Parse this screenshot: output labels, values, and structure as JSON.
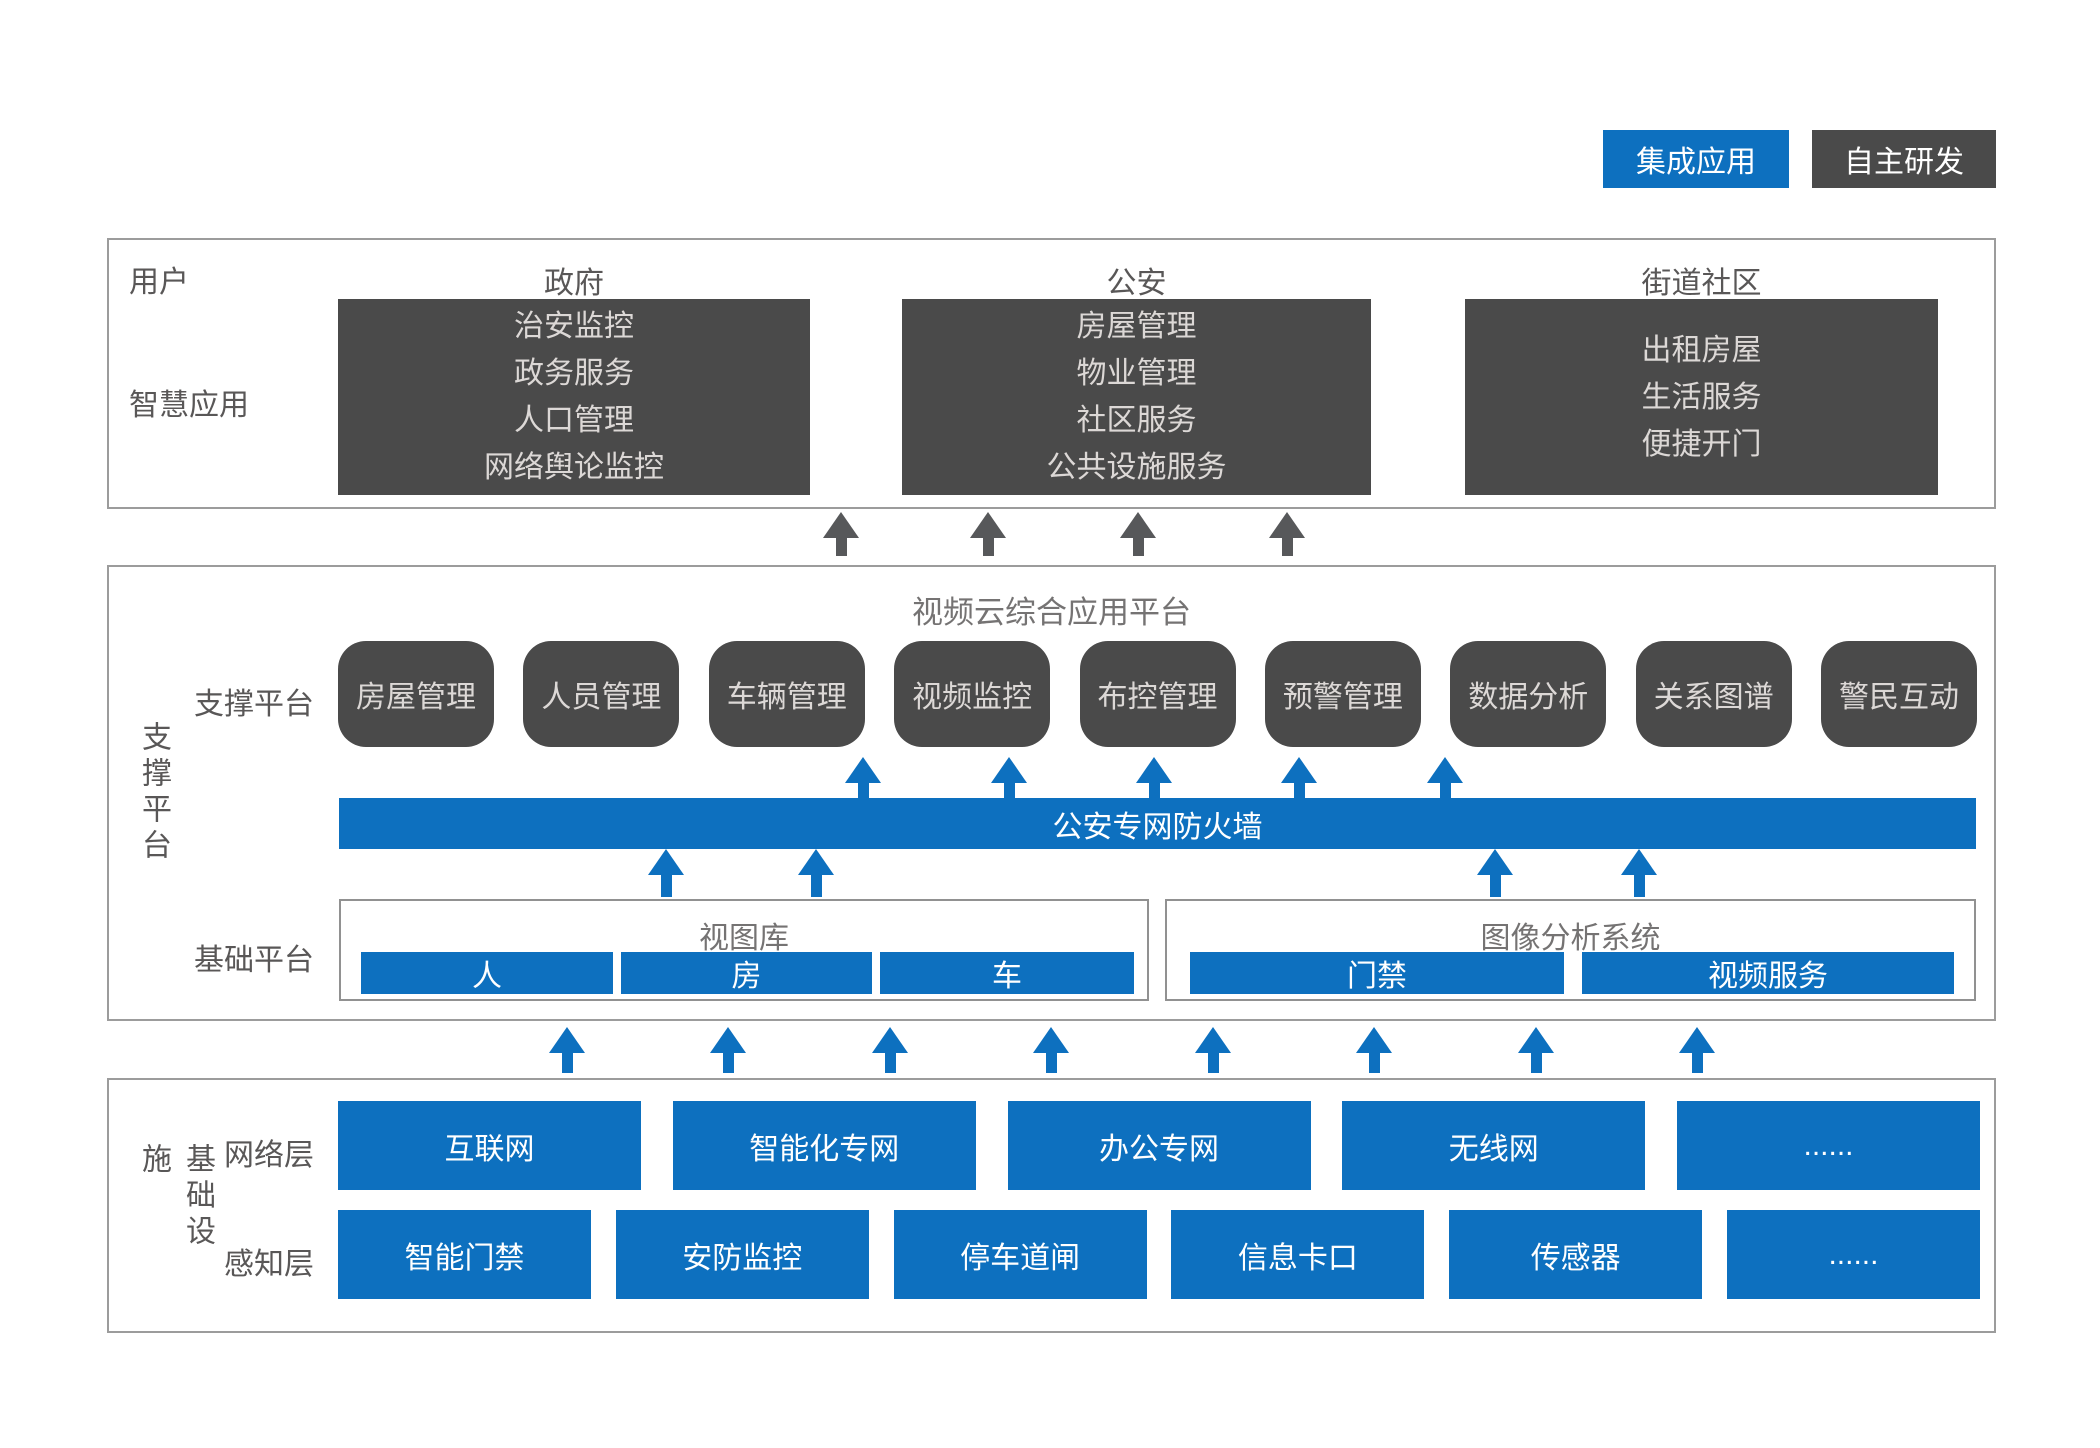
{
  "colors": {
    "blue": "#0d70bf",
    "dark": "#4a4a4a",
    "arrow_dark": "#57585a",
    "border": "#9c9c9c",
    "label": "#595757",
    "muted_title": "#757373",
    "box_text": "#dcd8d6"
  },
  "legend": {
    "integrated": "集成应用",
    "self_developed": "自主研发"
  },
  "users": {
    "row_label": "用户",
    "apps_label": "智慧应用",
    "columns": [
      {
        "header": "政府",
        "items": [
          "治安监控",
          "政务服务",
          "人口管理",
          "网络舆论监控"
        ]
      },
      {
        "header": "公安",
        "items": [
          "房屋管理",
          "物业管理",
          "社区服务",
          "公共设施服务"
        ]
      },
      {
        "header": "街道社区",
        "items": [
          "出租房屋",
          "生活服务",
          "便捷开门"
        ]
      }
    ]
  },
  "support": {
    "side_label": "支撑平台",
    "platform_title": "视频云综合应用平台",
    "row_label": "支撑平台",
    "modules": [
      "房屋管理",
      "人员管理",
      "车辆管理",
      "视频监控",
      "布控管理",
      "预警管理",
      "数据分析",
      "关系图谱",
      "警民互动"
    ],
    "firewall_label": "公安专网防火墙",
    "base_row_label": "基础平台",
    "view_library": {
      "title": "视图库",
      "cells": [
        "人",
        "房",
        "车"
      ]
    },
    "image_analysis": {
      "title": "图像分析系统",
      "cells": [
        "门禁",
        "视频服务"
      ]
    }
  },
  "infra": {
    "side_label": "基础设施",
    "network_label": "网络层",
    "network_items": [
      "互联网",
      "智能化专网",
      "办公专网",
      "无线网",
      "......"
    ],
    "sensing_label": "感知层",
    "sensing_items": [
      "智能门禁",
      "安防监控",
      "停车道闸",
      "信息卡口",
      "传感器",
      "......"
    ]
  }
}
